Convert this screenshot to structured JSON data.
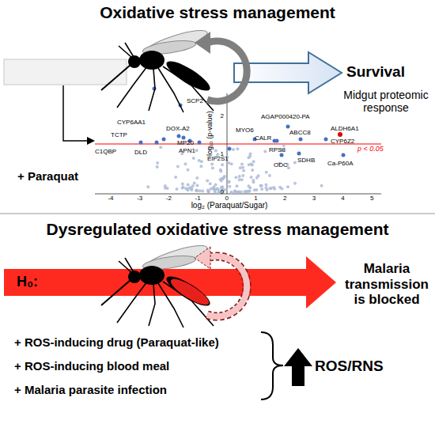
{
  "diagram": {
    "nodes": [
      {
        "text": [
          "H₀:"
        ]
      }
    ],
    "labels": [
      "Oxidative stress management",
      "Survival",
      "+ Paraquat",
      "-log₁₀ (p-value)",
      "log₂ (Paraquat/Sugar)",
      "-4",
      "-3",
      "-2",
      "-1",
      "0",
      "1",
      "2",
      "3",
      "4",
      "5",
      "0",
      "1",
      "2",
      "SCP2",
      "AGAP000420-PA",
      "CYP6AA1",
      "DOX-A2",
      "MYO6",
      "ABCC8",
      "ALDH6A1",
      "TCTP",
      "CALR",
      "CYP6Z2",
      "MP20",
      "p < 0.05",
      "Midgut proteomic response",
      "C1QBP",
      "DLD",
      "APN1",
      "RPS8",
      "EIF2S1",
      "ODC",
      "SDHB",
      "Ca-P60A",
      "Dysregulated oxidative stress management",
      "Malaria transmission is blocked",
      "+ ROS-inducing drug (Paraquat-like)",
      "+ ROS-inducing blood meal",
      "+ Malaria parasite infection",
      "ROS/RNS"
    ]
  }
}
